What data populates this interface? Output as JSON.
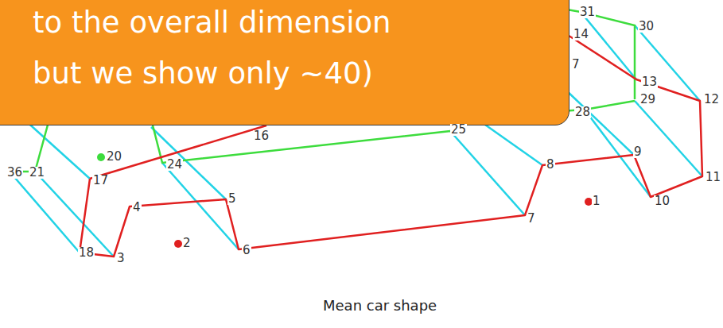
{
  "diagram": {
    "caption": "Mean car shape",
    "nodes": [
      {
        "text": [
          "to the overall dimension but we show only ~40)"
        ]
      }
    ],
    "labels": [
      "31",
      "30",
      "14",
      "7",
      "13",
      "12",
      "29",
      "28",
      "16",
      "25",
      "20",
      "24",
      "36",
      "21",
      "17",
      "9",
      "8",
      "11",
      "10",
      "1",
      "5",
      "4",
      "7",
      "2",
      "6",
      "18",
      "3"
    ]
  }
}
